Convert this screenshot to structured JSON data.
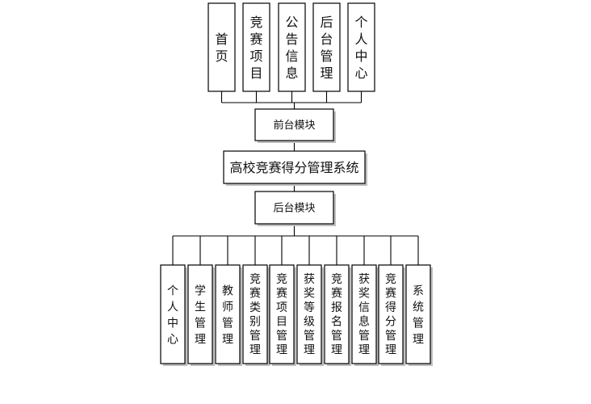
{
  "diagram": {
    "frontend_items": [
      {
        "label": "首页"
      },
      {
        "label": "竞赛项目"
      },
      {
        "label": "公告信息"
      },
      {
        "label": "后台管理"
      },
      {
        "label": "个人中心"
      }
    ],
    "frontend_module": {
      "label": "前台模块"
    },
    "system": {
      "label": "高校竞赛得分管理系统"
    },
    "backend_module": {
      "label": "后台模块"
    },
    "backend_items": [
      {
        "label": "个人中心"
      },
      {
        "label": "学生管理"
      },
      {
        "label": "教师管理"
      },
      {
        "label": "竞赛类别管理"
      },
      {
        "label": "竞赛项目管理"
      },
      {
        "label": "获奖等级管理"
      },
      {
        "label": "竞赛报名管理"
      },
      {
        "label": "获奖信息管理"
      },
      {
        "label": "竞赛得分管理"
      },
      {
        "label": "系统管理"
      }
    ]
  }
}
